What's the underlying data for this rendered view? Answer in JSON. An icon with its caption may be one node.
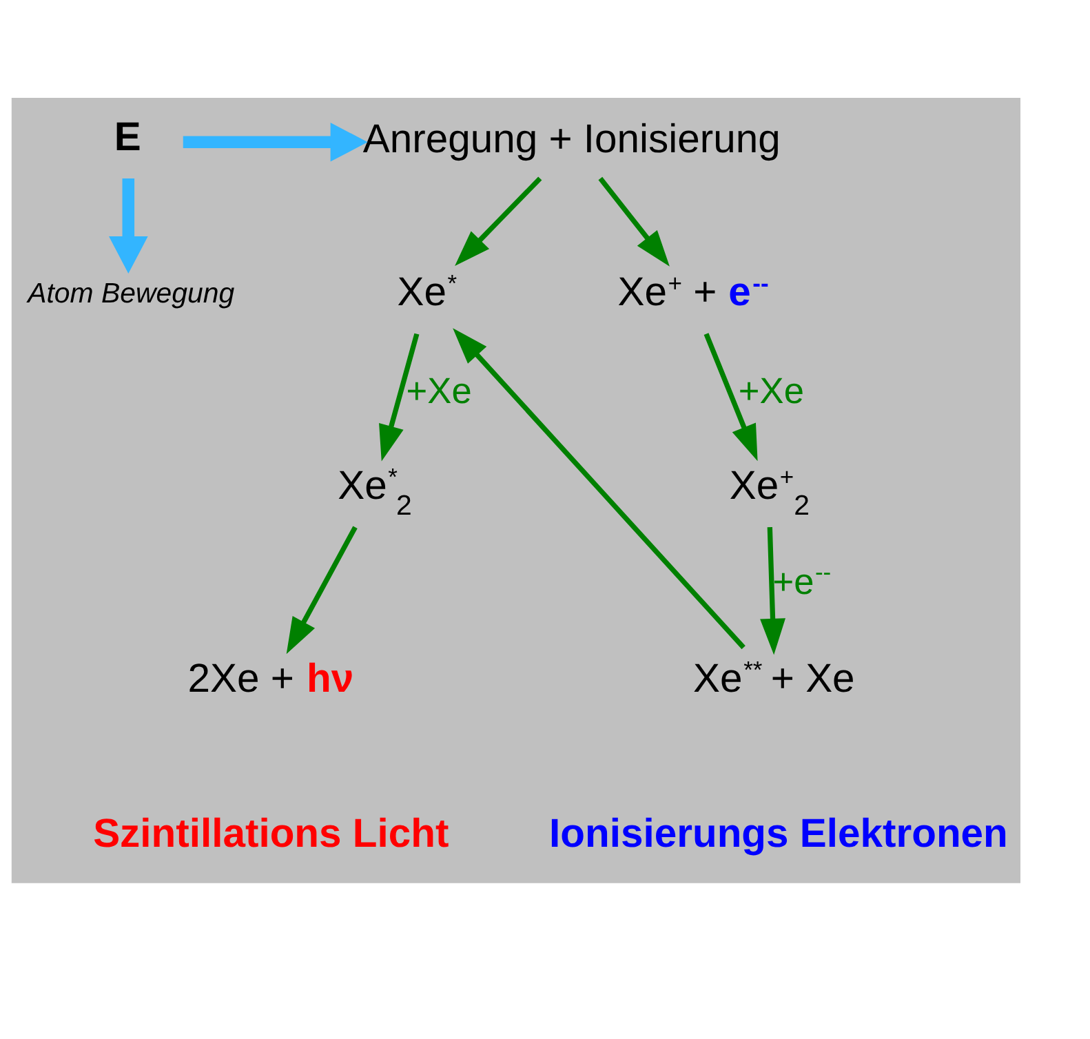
{
  "diagram": {
    "nodes": [
      {
        "text": [
          "E"
        ]
      },
      {
        "text": [
          "Anregung + Ionisierung"
        ]
      },
      {
        "text": [
          "Atom Bewegung"
        ]
      },
      {
        "text": [
          "Xe$^{*}$"
        ]
      },
      {
        "text": [
          "Xe$^{+}$ + **e$^{--}$**"
        ]
      },
      {
        "text": [
          "Xe$^{*}$$_{2}$"
        ]
      },
      {
        "text": [
          "Xe$^{+}$$_{2}$"
        ]
      },
      {
        "text": [
          "2Xe + **hν**"
        ]
      },
      {
        "text": [
          "Xe$^{**}$ + Xe"
        ]
      }
    ],
    "edges": [
      {
        "from": 0,
        "to": 1,
        "arrow": "to",
        "style": "thick",
        "color": "#33b5ff"
      },
      {
        "from": 0,
        "to": 2,
        "arrow": "to",
        "style": "thick",
        "color": "#33b5ff"
      },
      {
        "from": 1,
        "to": 3,
        "arrow": "to"
      },
      {
        "from": 1,
        "to": 4,
        "arrow": "to"
      },
      {
        "from": 3,
        "to": 5,
        "arrow": "to",
        "label": "+Xe"
      },
      {
        "from": 4,
        "to": 6,
        "arrow": "to",
        "label": "+Xe"
      },
      {
        "from": 5,
        "to": 7,
        "arrow": "to"
      },
      {
        "from": 6,
        "to": 8,
        "arrow": "to",
        "label": "+e$^{--}$"
      },
      {
        "from": 8,
        "to": 3,
        "arrow": "to"
      }
    ],
    "labels": [
      "Szintillations Licht",
      "Ionisierungs Elektronen"
    ]
  }
}
